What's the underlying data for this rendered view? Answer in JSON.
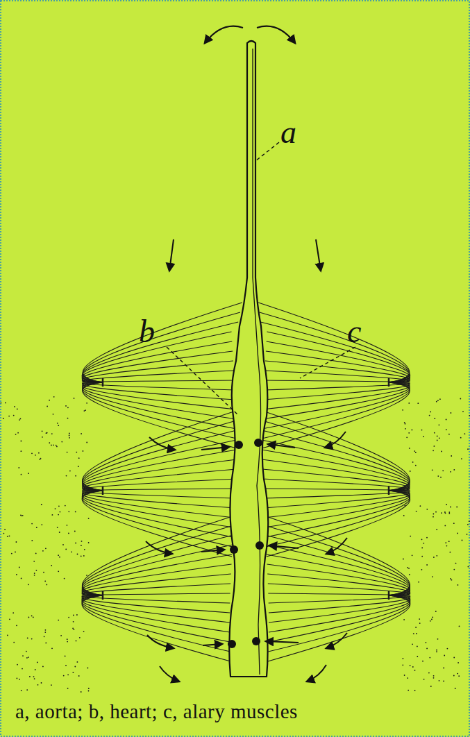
{
  "diagram": {
    "caption": "a, aorta; b, heart; c, alary muscles",
    "labels": [
      "a",
      "b",
      "c"
    ]
  }
}
